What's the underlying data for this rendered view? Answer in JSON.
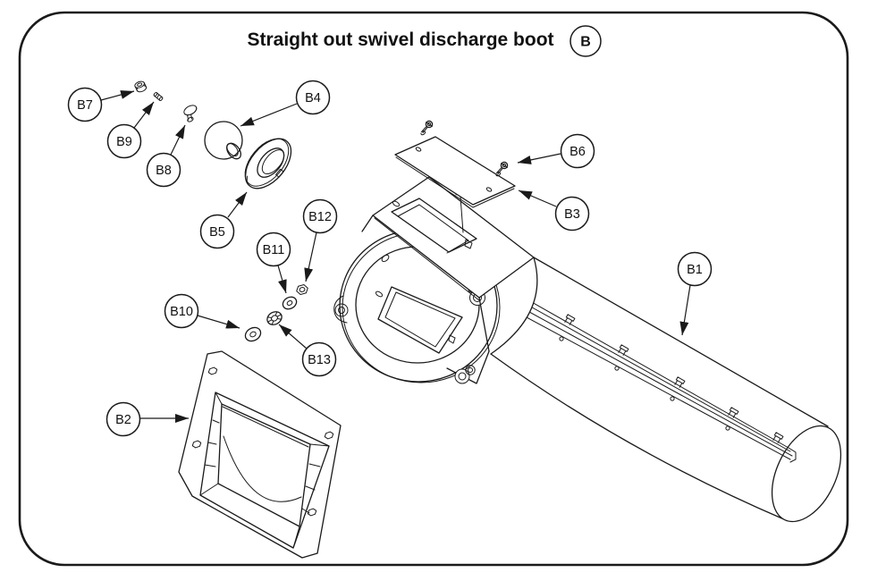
{
  "diagram": {
    "title": "Straight out swivel discharge boot",
    "section_tag": "B",
    "balloons": [
      {
        "label": "B1"
      },
      {
        "label": "B2"
      },
      {
        "label": "B3"
      },
      {
        "label": "B4"
      },
      {
        "label": "B5"
      },
      {
        "label": "B6"
      },
      {
        "label": "B7"
      },
      {
        "label": "B8"
      },
      {
        "label": "B9"
      },
      {
        "label": "B10"
      },
      {
        "label": "B11"
      },
      {
        "label": "B12"
      },
      {
        "label": "B13"
      }
    ],
    "colors": {
      "line": "#1a1a1a",
      "background": "#ffffff"
    }
  }
}
